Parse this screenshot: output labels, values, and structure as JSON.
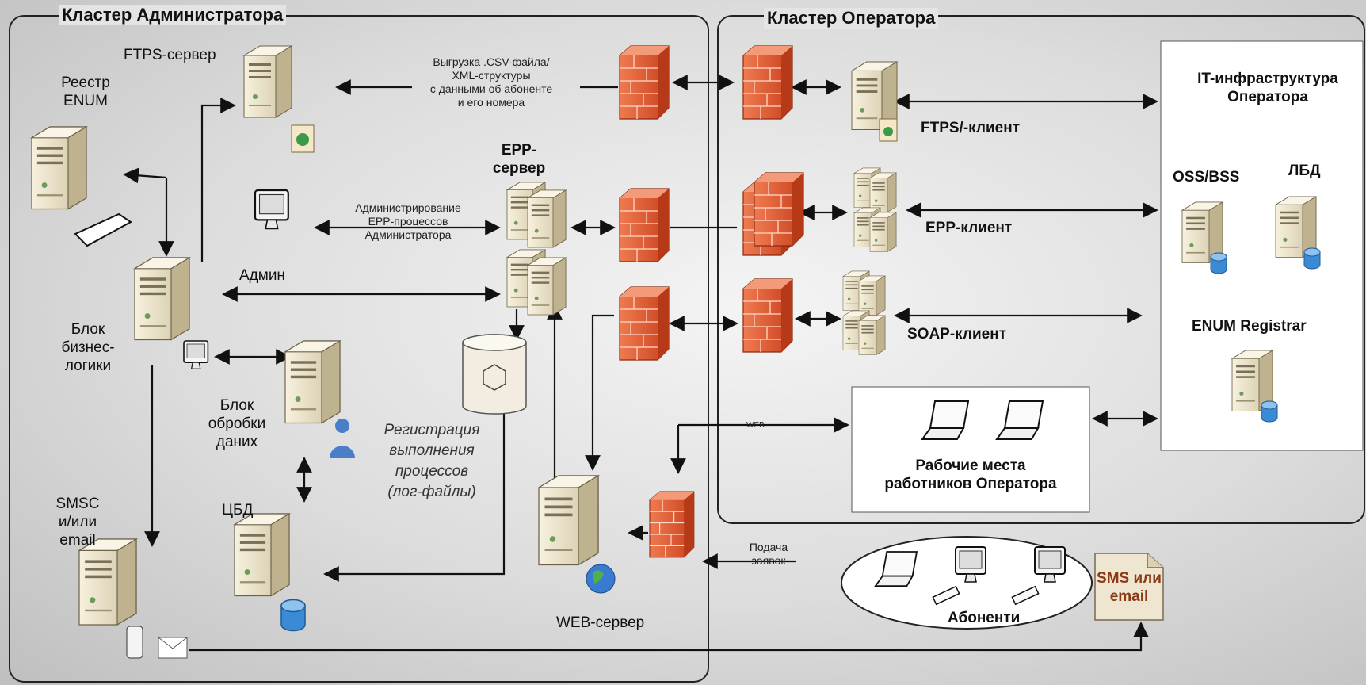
{
  "clusters": {
    "admin": "Кластер Администратора",
    "operator": "Кластер Оператора"
  },
  "nodes": {
    "ftps_server": "FTPS-сервер",
    "enum_registry": [
      "Реестр",
      "ENUM"
    ],
    "epp_server": [
      "EPP-",
      "сервер"
    ],
    "admin": "Админ",
    "business_logic": [
      "Блок",
      "бизнес-",
      "логики"
    ],
    "data_processing": [
      "Блок",
      "обробки",
      "даних"
    ],
    "log_storage": [
      "Регистрация",
      "выполнения",
      "процессов",
      "(лог-файлы)"
    ],
    "smsc": [
      "SMSC",
      "и/или",
      "email"
    ],
    "central_db": "ЦБД",
    "web_server": "WEB-сервер",
    "ftps_client": "FTPS/-клиент",
    "epp_client": "EPP-клиент",
    "soap_client": "SOAP-клиент",
    "it_infra": [
      "IT-инфраструктура",
      "Оператора"
    ],
    "oss_bss": "OSS/BSS",
    "lbd": "ЛБД",
    "enum_registrar": "ENUM Registrar",
    "workplaces": [
      "Рабочие места",
      "работников Оператора"
    ],
    "subscribers": "Абоненти",
    "sms_email": [
      "SMS или",
      "email"
    ]
  },
  "edge_labels": {
    "csv_upload": [
      "Выгрузка .CSV-файла/",
      "XML-структуры",
      "с данными об абоненте",
      "и его номера"
    ],
    "epp_admin": [
      "Администрирование",
      "EPP-процессов",
      "Администратора"
    ],
    "web": "WEB",
    "requests": [
      "Подача",
      "заявок"
    ]
  },
  "colors": {
    "firewall": "#e8623a",
    "server": "#efe6cf",
    "db": "#2f7fc8",
    "frame": "#222222"
  }
}
